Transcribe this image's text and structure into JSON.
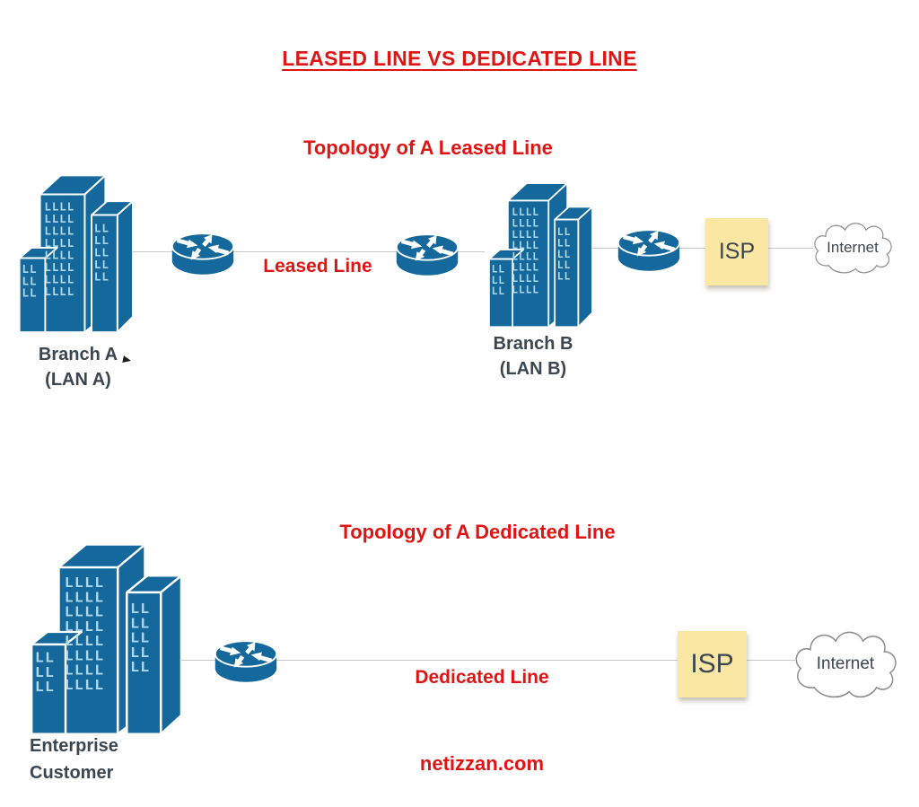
{
  "title": "LEASED LINE VS DEDICATED LINE",
  "watermark": "netizzan.com",
  "colors": {
    "accent_red": "#E11414",
    "node_blue": "#15689B",
    "window_blue": "#AFD7EA",
    "label_dark": "#3C4650",
    "sticky_yellow": "#F9E7A3",
    "line_gray": "#C9C9C9",
    "cloud_stroke": "#8F8F8F"
  },
  "leased": {
    "heading": "Topology of A Leased Line",
    "link_label": "Leased Line",
    "branch_a": {
      "line1": "Branch A",
      "line2": "(LAN A)"
    },
    "branch_b": {
      "line1": "Branch B",
      "line2": "(LAN B)"
    },
    "isp_label": "ISP",
    "internet_label": "Internet"
  },
  "dedicated": {
    "heading": "Topology of A Dedicated Line",
    "link_label": "Dedicated Line",
    "customer": {
      "line1": "Enterprise",
      "line2": "Customer"
    },
    "isp_label": "ISP",
    "internet_label": "Internet"
  }
}
